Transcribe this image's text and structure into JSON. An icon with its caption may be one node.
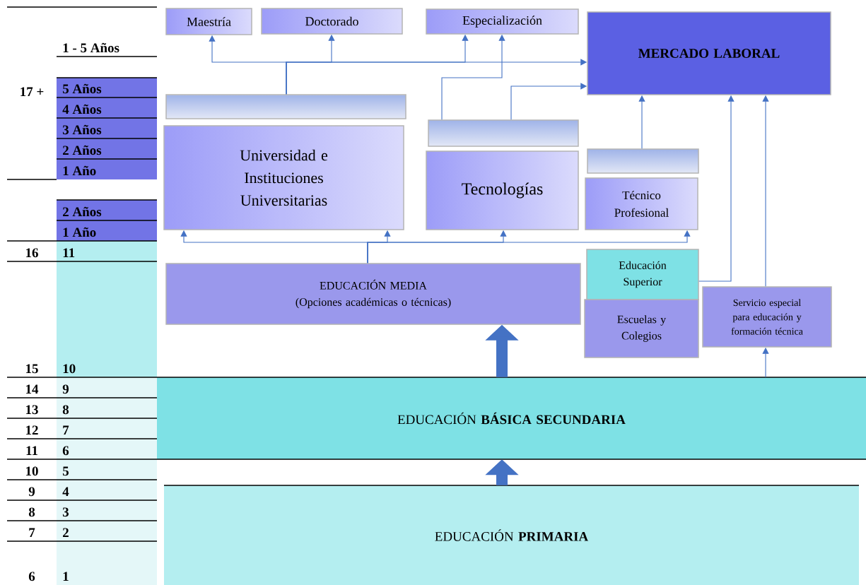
{
  "diagram": {
    "nodes": [
      {
        "text": [
          "Maestría"
        ]
      },
      {
        "text": [
          "Doctorado"
        ]
      },
      {
        "text": [
          "Especialización"
        ]
      },
      {
        "text": [
          "MERCADO LABORAL"
        ]
      },
      {
        "text": [],
        "shape": "bar"
      },
      {
        "text": [
          "Universidad e Instituciones Universitarias"
        ]
      },
      {
        "text": [],
        "shape": "bar"
      },
      {
        "text": [
          "Tecnologías"
        ]
      },
      {
        "text": [],
        "shape": "bar"
      },
      {
        "text": [
          "Técnico Profesional"
        ]
      },
      {
        "text": [
          "EDUCACIÓN MEDIA",
          "(Opciones académicas o técnicas)"
        ]
      },
      {
        "text": [
          "Educación Superior"
        ]
      },
      {
        "text": [
          "Escuelas y Colegios"
        ]
      },
      {
        "text": [
          "Servicio especial para educación y formación técnica"
        ]
      },
      {
        "text": [
          "EDUCACIÓN **BÁSICA SECUNDARIA**"
        ]
      },
      {
        "text": [
          "EDUCACIÓN **PRIMARIA**"
        ]
      }
    ],
    "edges": [
      {
        "from": 4,
        "to": 0,
        "arrow": "to"
      },
      {
        "from": 4,
        "to": 1,
        "arrow": "to"
      },
      {
        "from": 4,
        "to": 2,
        "arrow": "to"
      },
      {
        "from": 4,
        "to": 3,
        "arrow": "to"
      },
      {
        "from": 6,
        "to": 2,
        "arrow": "to"
      },
      {
        "from": 6,
        "to": 3,
        "arrow": "to"
      },
      {
        "from": 8,
        "to": 3,
        "arrow": "to"
      },
      {
        "from": 11,
        "to": 3,
        "arrow": "to"
      },
      {
        "from": 13,
        "to": 3,
        "arrow": "to"
      },
      {
        "from": 14,
        "to": 13,
        "arrow": "to"
      },
      {
        "from": 10,
        "to": 5,
        "arrow": "to"
      },
      {
        "from": 10,
        "to": 5,
        "arrow": "to"
      },
      {
        "from": 10,
        "to": 7,
        "arrow": "to"
      },
      {
        "from": 10,
        "to": 9,
        "arrow": "to"
      },
      {
        "from": 14,
        "to": 10,
        "arrow": "to",
        "style": "thick"
      },
      {
        "from": 15,
        "to": 14,
        "arrow": "to",
        "style": "thick"
      }
    ],
    "labels": [
      "1 - 5 Años",
      "17 +",
      "5 Años",
      "4 Años",
      "3 Años",
      "2 Años",
      "1 Año",
      "2 Años",
      "1 Año",
      "16",
      "11",
      "15",
      "10",
      "14",
      "9",
      "13",
      "8",
      "12",
      "7",
      "11",
      "6",
      "10",
      "5",
      "9",
      "4",
      "8",
      "3",
      "7",
      "2",
      "6",
      "1"
    ]
  }
}
